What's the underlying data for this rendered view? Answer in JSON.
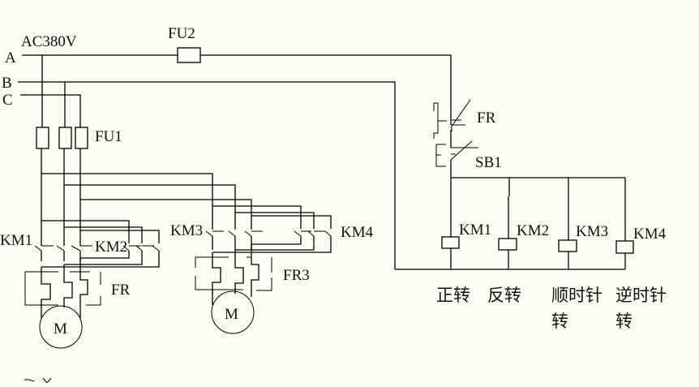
{
  "diagram": {
    "supply": {
      "voltage_label": "AC380V",
      "phases": [
        "A",
        "B",
        "C"
      ]
    },
    "components": {
      "control_fuse": "FU2",
      "main_fuses": "FU1",
      "contactor_1": "KM1",
      "contactor_2": "KM2",
      "contactor_3": "KM3",
      "contactor_4": "KM4",
      "overload_relay_1": "FR",
      "overload_relay_2": "FR3",
      "motor_1": "M",
      "motor_2": "M",
      "control_overload_contact": "FR",
      "stop_button": "SB1"
    },
    "coils": [
      {
        "label": "KM1",
        "function": "正转"
      },
      {
        "label": "KM2",
        "function": "反转"
      },
      {
        "label": "KM3",
        "function_line1": "顺时针",
        "function_line2": "转"
      },
      {
        "label": "KM4",
        "function_line1": "逆时针",
        "function_line2": "转"
      }
    ],
    "colors": {
      "background": "#fdfcf1",
      "wire": "#000000"
    }
  }
}
